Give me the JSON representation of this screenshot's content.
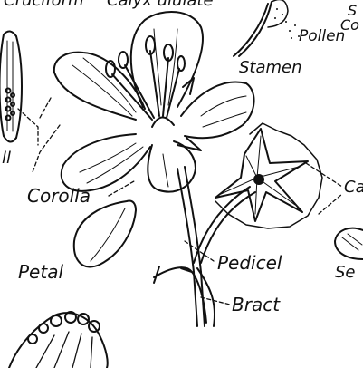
{
  "labels": {
    "cruciform_fragment": "Cruciform",
    "calyx_fragment": "Calyx ululate",
    "pollen": "Pollen",
    "stamen": "Stamen",
    "corolla": "Corolla",
    "petal": "Petal",
    "pedicel": "Pedicel",
    "bract": "Bract",
    "right_top_fragment_1": "S",
    "right_top_fragment_2": "Co",
    "right_mid_fragment": "Ca",
    "right_bottom_fragment": "Se",
    "left_fragment": "ll"
  },
  "colors": {
    "ink": "#111111",
    "paper": "#ffffff"
  }
}
